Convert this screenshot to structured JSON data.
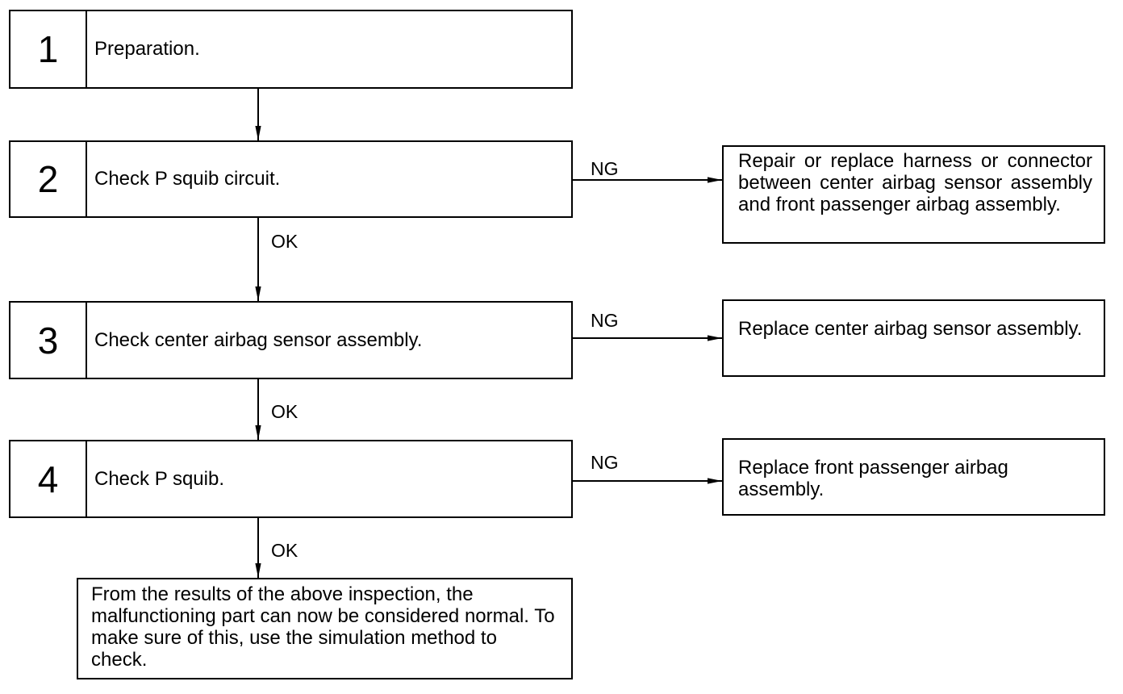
{
  "steps": [
    {
      "number": "1",
      "text": "Preparation."
    },
    {
      "number": "2",
      "text": "Check P squib circuit."
    },
    {
      "number": "3",
      "text": "Check center airbag sensor assembly."
    },
    {
      "number": "4",
      "text": "Check P squib."
    }
  ],
  "results": {
    "step2_ng": "Repair or replace harness or connector between center airbag sensor assembly and front passenger airbag assembly.",
    "step3_ng": "Replace center airbag sensor assembly.",
    "step4_ng": "Replace front passenger airbag assembly.",
    "final": "From the results of the above inspection, the malfunctioning part can now be considered normal. To make sure of this, use the simulation method to check."
  },
  "labels": {
    "ng": "NG",
    "ok": "OK"
  }
}
